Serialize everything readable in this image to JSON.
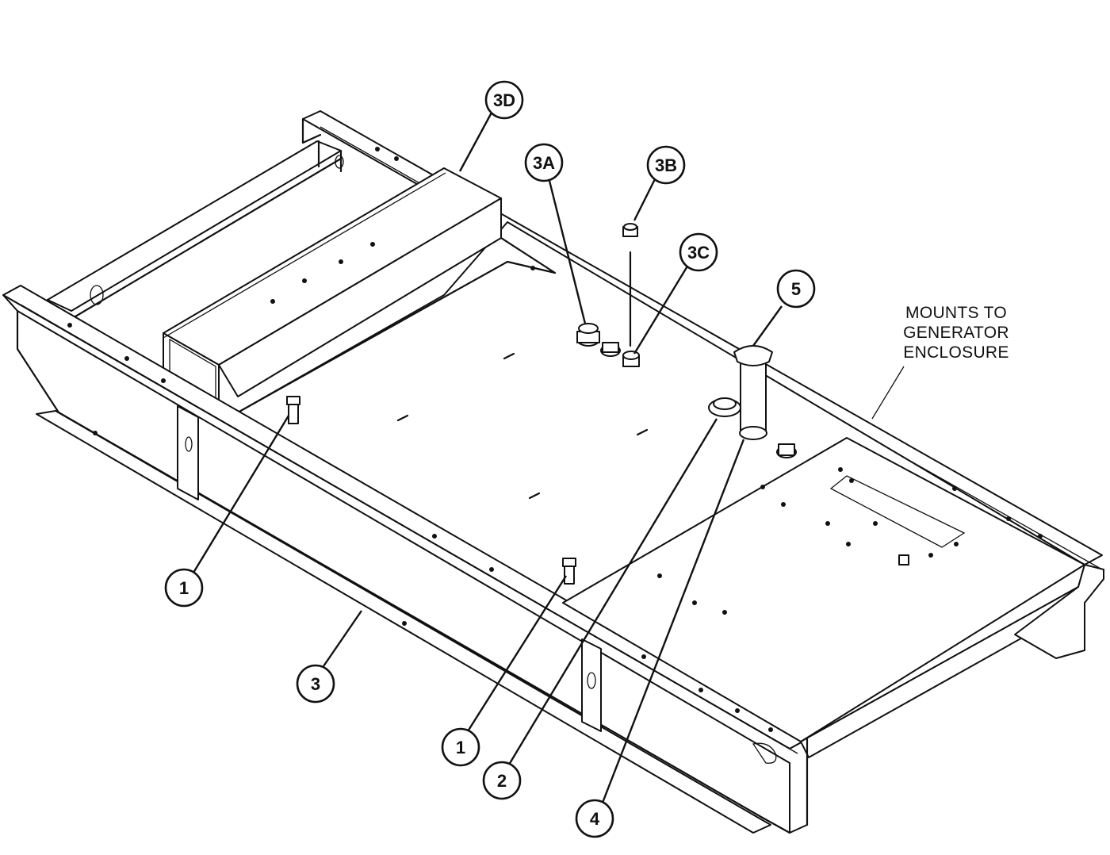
{
  "callouts": {
    "c3d": "3D",
    "c3a": "3A",
    "c3b": "3B",
    "c3c": "3C",
    "c5": "5",
    "c1_left": "1",
    "c3": "3",
    "c1_center": "1",
    "c2": "2",
    "c4": "4"
  },
  "note": {
    "line1": "MOUNTS TO",
    "line2": "GENERATOR",
    "line3": "ENCLOSURE"
  }
}
